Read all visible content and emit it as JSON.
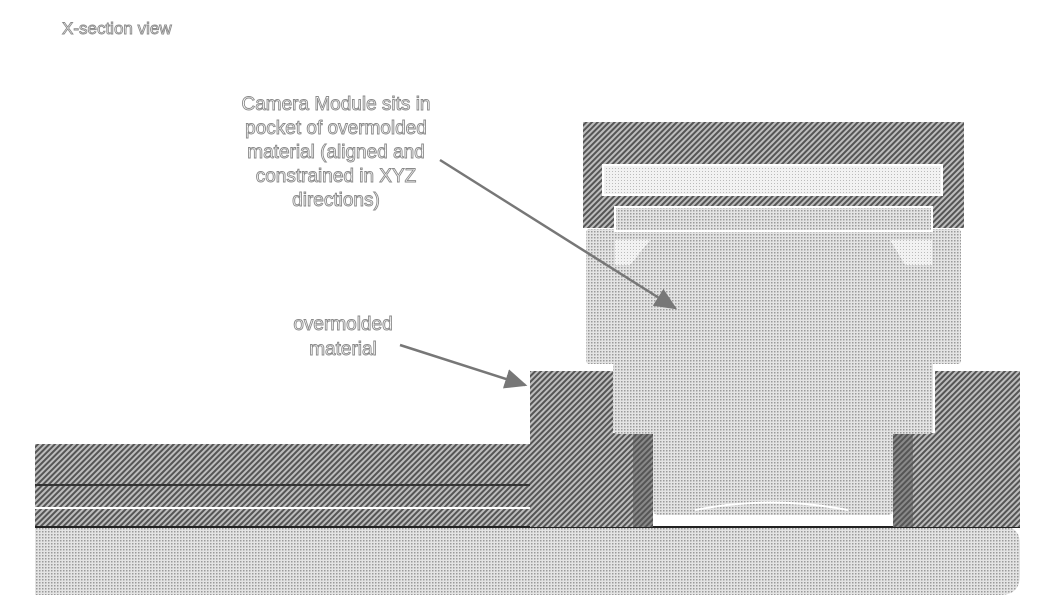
{
  "title": "X-section view",
  "labels": {
    "camera_module": [
      "Camera Module sits in",
      "pocket of overmolded",
      "material (aligned and",
      "constrained in XYZ",
      "directions)"
    ],
    "overmolded": [
      "overmolded",
      "material"
    ]
  },
  "colors": {
    "hatch_dark": "#6a6a6a",
    "fill_light": "#c8c8c8",
    "text": "#8a8a8a"
  }
}
